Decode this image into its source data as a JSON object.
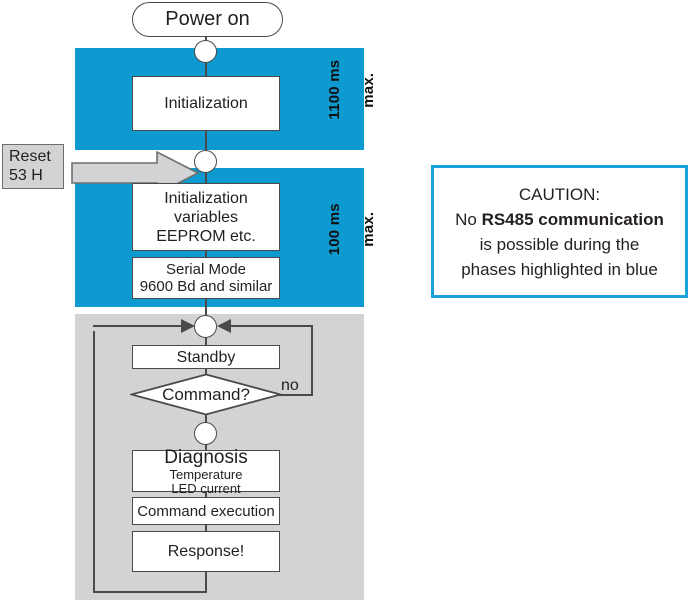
{
  "diagram": {
    "title_node": {
      "label": "Power on"
    },
    "phases": [
      {
        "name": "initialization-phase",
        "duration": "1100 ms",
        "qualifier": "max.",
        "highlight_color": "#0d9ad1"
      },
      {
        "name": "variables-phase",
        "duration": "100 ms",
        "qualifier": "max.",
        "highlight_color": "#0d9ad1"
      },
      {
        "name": "operating-loop-phase",
        "duration": "",
        "qualifier": "",
        "highlight_color": "#d2d3d5"
      }
    ],
    "nodes": {
      "initialization": {
        "line1": "Initialization"
      },
      "init_variables": {
        "line1": "Initialization",
        "line2": "variables",
        "line3": "EEPROM etc."
      },
      "serial_mode": {
        "line1": "Serial Mode",
        "line2": "9600 Bd and similar"
      },
      "standby": {
        "line1": "Standby"
      },
      "decision": {
        "label": "Command?",
        "no_label": "no"
      },
      "diagnosis": {
        "line1": "Diagnosis",
        "line2": "Temperature",
        "line3": "LED current"
      },
      "command_execution": {
        "line1": "Command execution"
      },
      "response": {
        "line1": "Response!"
      }
    },
    "reset_callout": {
      "line1": "Reset",
      "line2": "53 H"
    }
  },
  "caution": {
    "heading": "CAUTION:",
    "line2_prefix": "No ",
    "line2_bold": "RS485 communication",
    "line3": "is possible during the",
    "line4": "phases highlighted in blue",
    "border_color": "#19a3dc"
  }
}
